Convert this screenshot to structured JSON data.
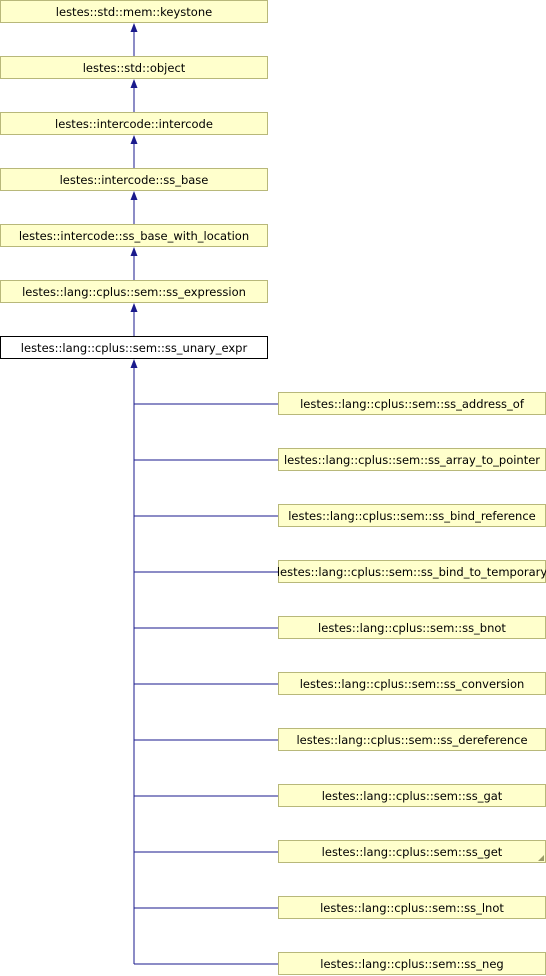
{
  "colors": {
    "edge": "#1a1a8c",
    "node_fill": "#ffffcc",
    "node_border": "#b8b87a",
    "current_fill": "#ffffff",
    "current_border": "#000000"
  },
  "ancestors": [
    {
      "id": "keystone",
      "label": "lestes::std::mem::keystone"
    },
    {
      "id": "object",
      "label": "lestes::std::object"
    },
    {
      "id": "intercode",
      "label": "lestes::intercode::intercode"
    },
    {
      "id": "ss-base",
      "label": "lestes::intercode::ss_base"
    },
    {
      "id": "ss-base-with-location",
      "label": "lestes::intercode::ss_base_with_location"
    },
    {
      "id": "ss-expression",
      "label": "lestes::lang::cplus::sem::ss_expression"
    }
  ],
  "current": {
    "id": "ss-unary-expr",
    "label": "lestes::lang::cplus::sem::ss_unary_expr"
  },
  "children": [
    {
      "id": "ss-address-of",
      "label": "lestes::lang::cplus::sem::ss_address_of"
    },
    {
      "id": "ss-array-to-pointer",
      "label": "lestes::lang::cplus::sem::ss_array_to_pointer"
    },
    {
      "id": "ss-bind-reference",
      "label": "lestes::lang::cplus::sem::ss_bind_reference"
    },
    {
      "id": "ss-bind-to-temporary",
      "label": "lestes::lang::cplus::sem::ss_bind_to_temporary"
    },
    {
      "id": "ss-bnot",
      "label": "lestes::lang::cplus::sem::ss_bnot"
    },
    {
      "id": "ss-conversion",
      "label": "lestes::lang::cplus::sem::ss_conversion"
    },
    {
      "id": "ss-dereference",
      "label": "lestes::lang::cplus::sem::ss_dereference"
    },
    {
      "id": "ss-gat",
      "label": "lestes::lang::cplus::sem::ss_gat"
    },
    {
      "id": "ss-get",
      "label": "lestes::lang::cplus::sem::ss_get",
      "truncated": true
    },
    {
      "id": "ss-lnot",
      "label": "lestes::lang::cplus::sem::ss_lnot"
    },
    {
      "id": "ss-neg",
      "label": "lestes::lang::cplus::sem::ss_neg"
    }
  ]
}
